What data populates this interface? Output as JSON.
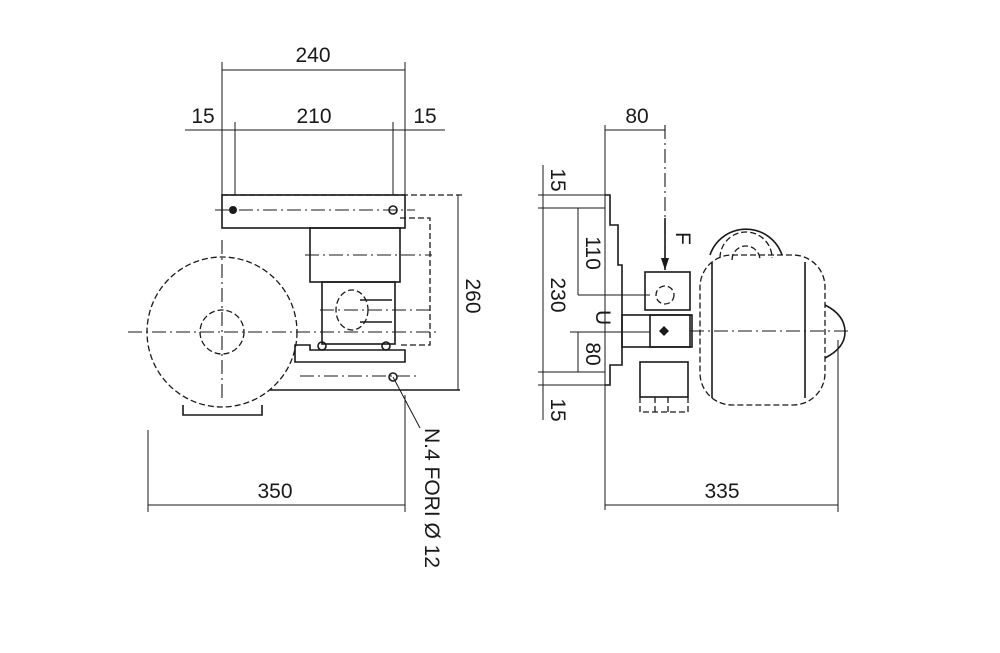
{
  "left_view": {
    "dim_overall_width": "240",
    "dim_left_offset": "15",
    "dim_hole_spacing": "210",
    "dim_right_offset": "15",
    "dim_height": "260",
    "dim_total_length": "350",
    "holes_note": "N.4 FORI Ø 12"
  },
  "right_view": {
    "dim_top_width": "80",
    "dim_top_offset": "15",
    "dim_upper": "110",
    "dim_total_height": "230",
    "dim_lower": "80",
    "dim_bottom_offset": "15",
    "label_inlet": "F",
    "label_outlet": "U",
    "dim_total_depth": "335"
  }
}
